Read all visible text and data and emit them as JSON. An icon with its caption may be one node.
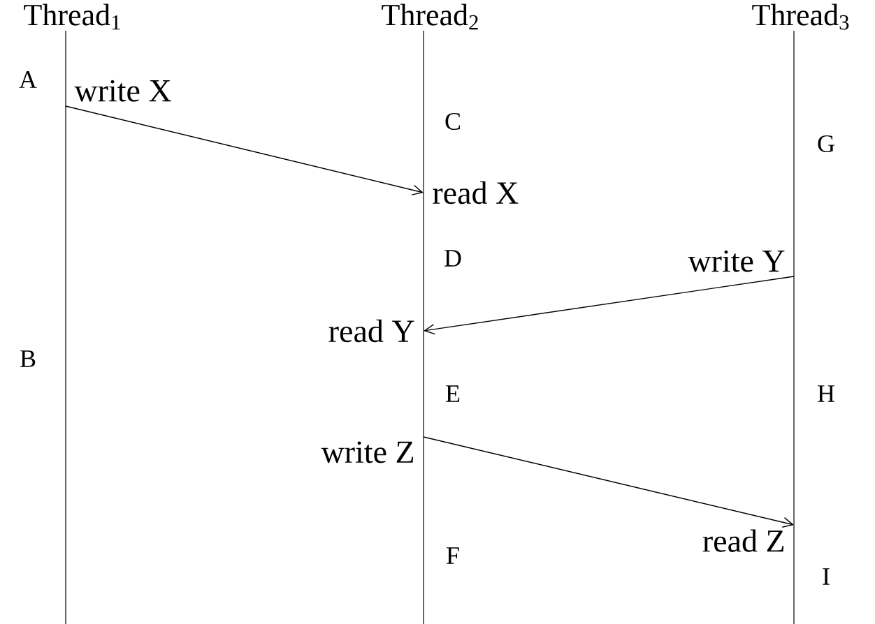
{
  "diagram": {
    "nodes": [
      {
        "text": [
          "Thread$_{1}$"
        ]
      },
      {
        "text": [
          "Thread$_{2}$"
        ]
      },
      {
        "text": [
          "Thread$_{3}$"
        ]
      },
      {
        "text": [
          "write X"
        ]
      },
      {
        "text": [
          "read X"
        ]
      },
      {
        "text": [
          "write Y"
        ]
      },
      {
        "text": [
          "read Y"
        ]
      },
      {
        "text": [
          "write Z"
        ]
      },
      {
        "text": [
          "read Z"
        ]
      }
    ],
    "edges": [
      {
        "from": 3,
        "to": 4,
        "arrow": "to"
      },
      {
        "from": 5,
        "to": 6,
        "arrow": "to"
      },
      {
        "from": 7,
        "to": 8,
        "arrow": "to"
      }
    ],
    "labels": [
      "A",
      "C",
      "G",
      "D",
      "B",
      "E",
      "H",
      "F",
      "I"
    ]
  }
}
